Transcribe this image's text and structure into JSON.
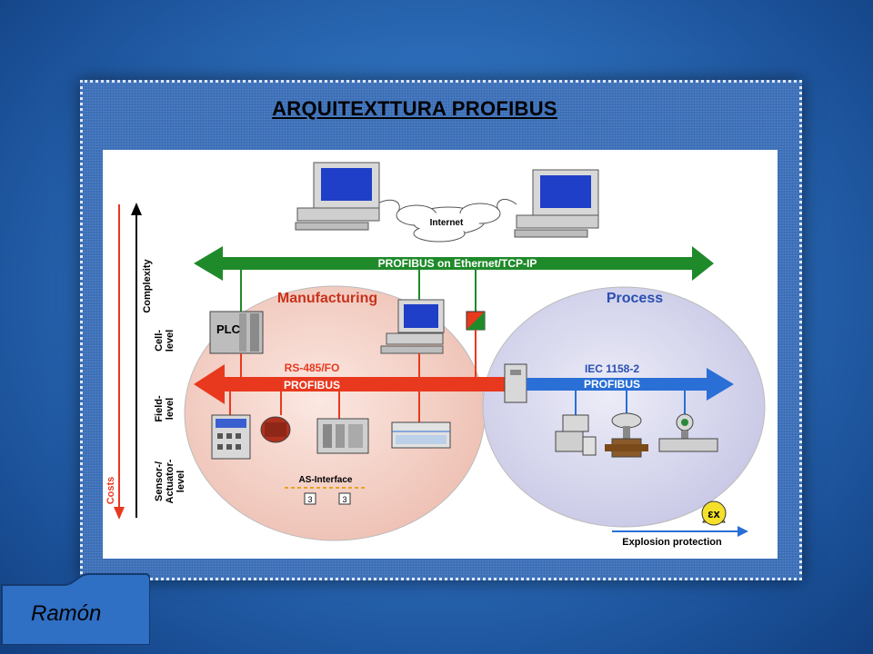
{
  "slide": {
    "title": "ARQUITEXTTURA PROFIBUS",
    "author": "Ramón"
  },
  "diagram": {
    "ethernet_bus_label": "PROFIBUS on Ethernet/TCP-IP",
    "internet_label": "Internet",
    "manufacturing_label": "Manufacturing",
    "process_label": "Process",
    "rs485_label": "RS-485/FO",
    "profibus_left_label": "PROFIBUS",
    "iec_label": "IEC 1158-2",
    "profibus_right_label": "PROFIBUS",
    "plc_label": "PLC",
    "as_interface_label": "AS-Interface",
    "explosion_label": "Explosion protection",
    "ex_symbol": "εx",
    "complexity_label": "Complexity",
    "costs_label": "Costs",
    "level_cell": [
      "Cell-",
      "level"
    ],
    "level_field": [
      "Field-",
      "level"
    ],
    "level_sensor": [
      "Sensor-/",
      "Actuator-",
      "level"
    ],
    "colors": {
      "ethernet_bus": "#1f8a2a",
      "rs485_bus": "#e8391f",
      "iec_bus": "#2a6fd6",
      "manufacturing_area": "#f5d6cc",
      "process_area": "#dcdcf2"
    }
  }
}
